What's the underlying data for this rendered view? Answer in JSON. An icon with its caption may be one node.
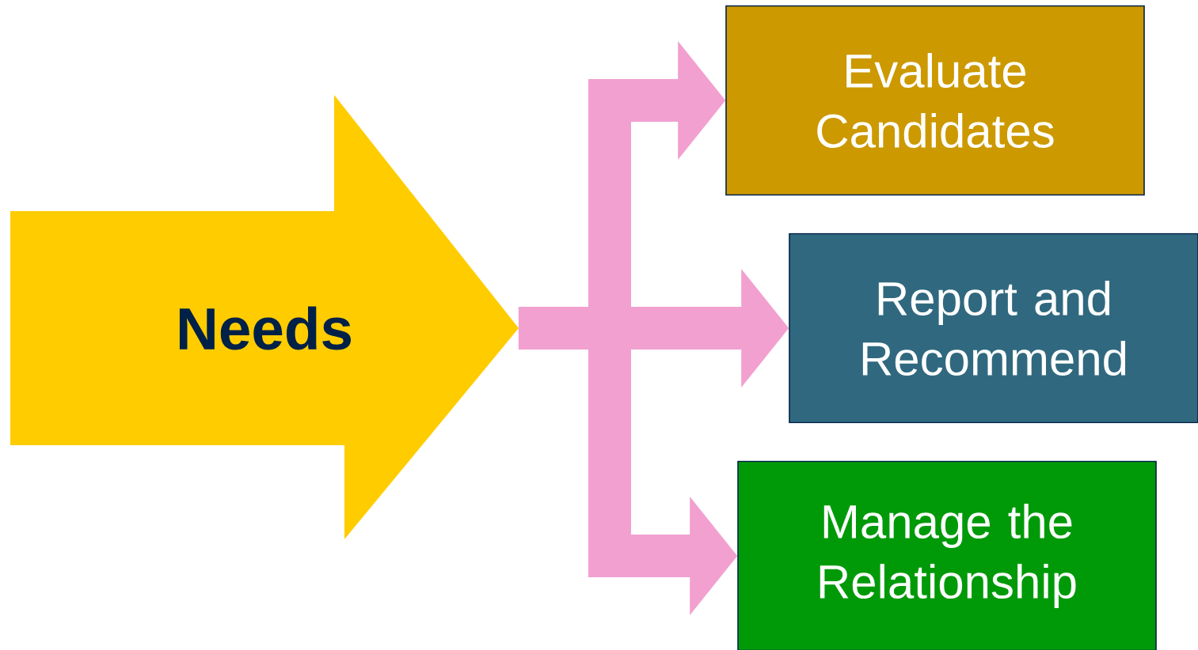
{
  "diagram": {
    "nodes": [
      {
        "text": [
          "Needs"
        ]
      },
      {
        "text": [
          "Evaluate Candidates"
        ]
      },
      {
        "text": [
          "Report and Recommend"
        ]
      },
      {
        "text": [
          "Manage the Relationship"
        ]
      }
    ],
    "edges": [
      {
        "from": 0,
        "to": 1,
        "arrow": "to"
      },
      {
        "from": 0,
        "to": 2,
        "arrow": "to"
      },
      {
        "from": 0,
        "to": 3,
        "arrow": "to"
      }
    ]
  }
}
